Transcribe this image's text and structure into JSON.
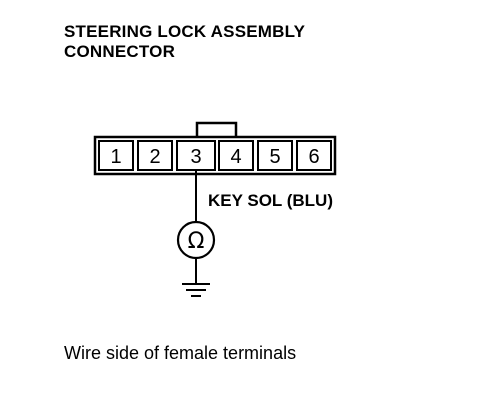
{
  "title": {
    "line1": "STEERING LOCK ASSEMBLY",
    "line2": "CONNECTOR"
  },
  "connector": {
    "pins": [
      "1",
      "2",
      "3",
      "4",
      "5",
      "6"
    ]
  },
  "wire_label": "KEY SOL (BLU)",
  "meter_symbol": "Ω",
  "caption": "Wire side of female terminals",
  "colors": {
    "line": "#000000",
    "background": "#ffffff"
  },
  "icons": [
    "ohmmeter-icon",
    "ground-icon"
  ]
}
